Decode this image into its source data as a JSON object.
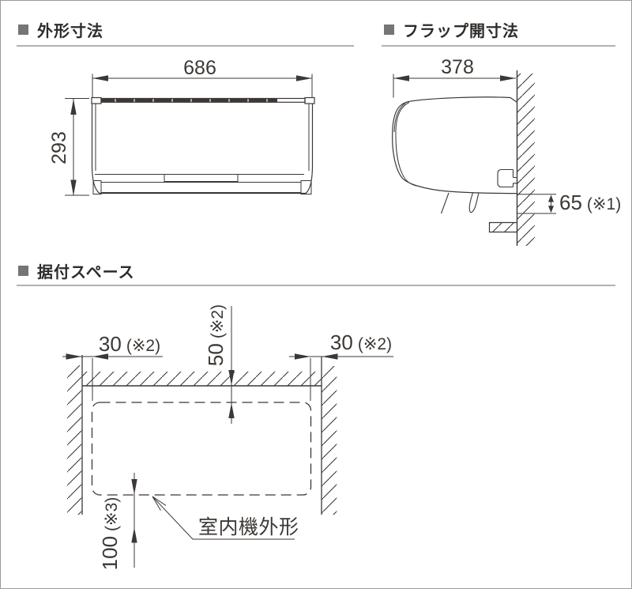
{
  "sections": {
    "outline": {
      "title": "外形寸法"
    },
    "flap": {
      "title": "フラップ開寸法"
    },
    "install": {
      "title": "据付スペース"
    }
  },
  "front_view": {
    "width": "686",
    "height": "293"
  },
  "side_view": {
    "depth": "378",
    "flap_open": {
      "value": "65",
      "note": "(※1)"
    }
  },
  "install_space": {
    "left": {
      "value": "30",
      "note": "(※2)"
    },
    "right": {
      "value": "30",
      "note": "(※2)"
    },
    "top": {
      "value": "50",
      "note": "(※2)"
    },
    "bottom": {
      "value": "100",
      "note": "(※3)"
    },
    "unit_outline_label": "室内機外形"
  },
  "colors": {
    "line": "#3c3835",
    "header-text": "#2e2b29",
    "bullet": "#757575",
    "rule": "#b0b0b0",
    "frame": "#9a9a9a",
    "bg": "#ffffff"
  }
}
